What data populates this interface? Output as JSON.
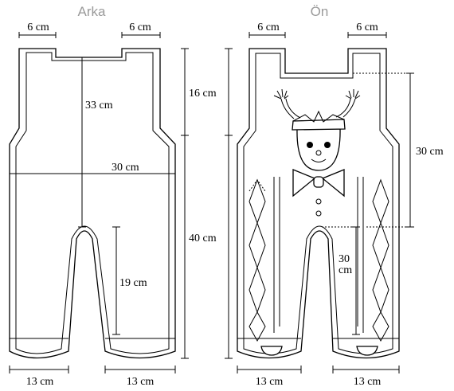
{
  "titles": {
    "back": "Arka",
    "front": "Ön"
  },
  "back": {
    "strap_left": "6 cm",
    "strap_right": "6 cm",
    "center_height": "33 cm",
    "width": "30 cm",
    "inseam": "19 cm",
    "upper_height": "16 cm",
    "lower_height": "40 cm",
    "leg_left": "13 cm",
    "leg_right": "13 cm"
  },
  "front": {
    "strap_left": "6 cm",
    "strap_right": "6 cm",
    "motif_height": "30 cm",
    "inseam_number": "30",
    "inseam_unit": "cm",
    "leg_left": "13 cm",
    "leg_right": "13 cm"
  }
}
